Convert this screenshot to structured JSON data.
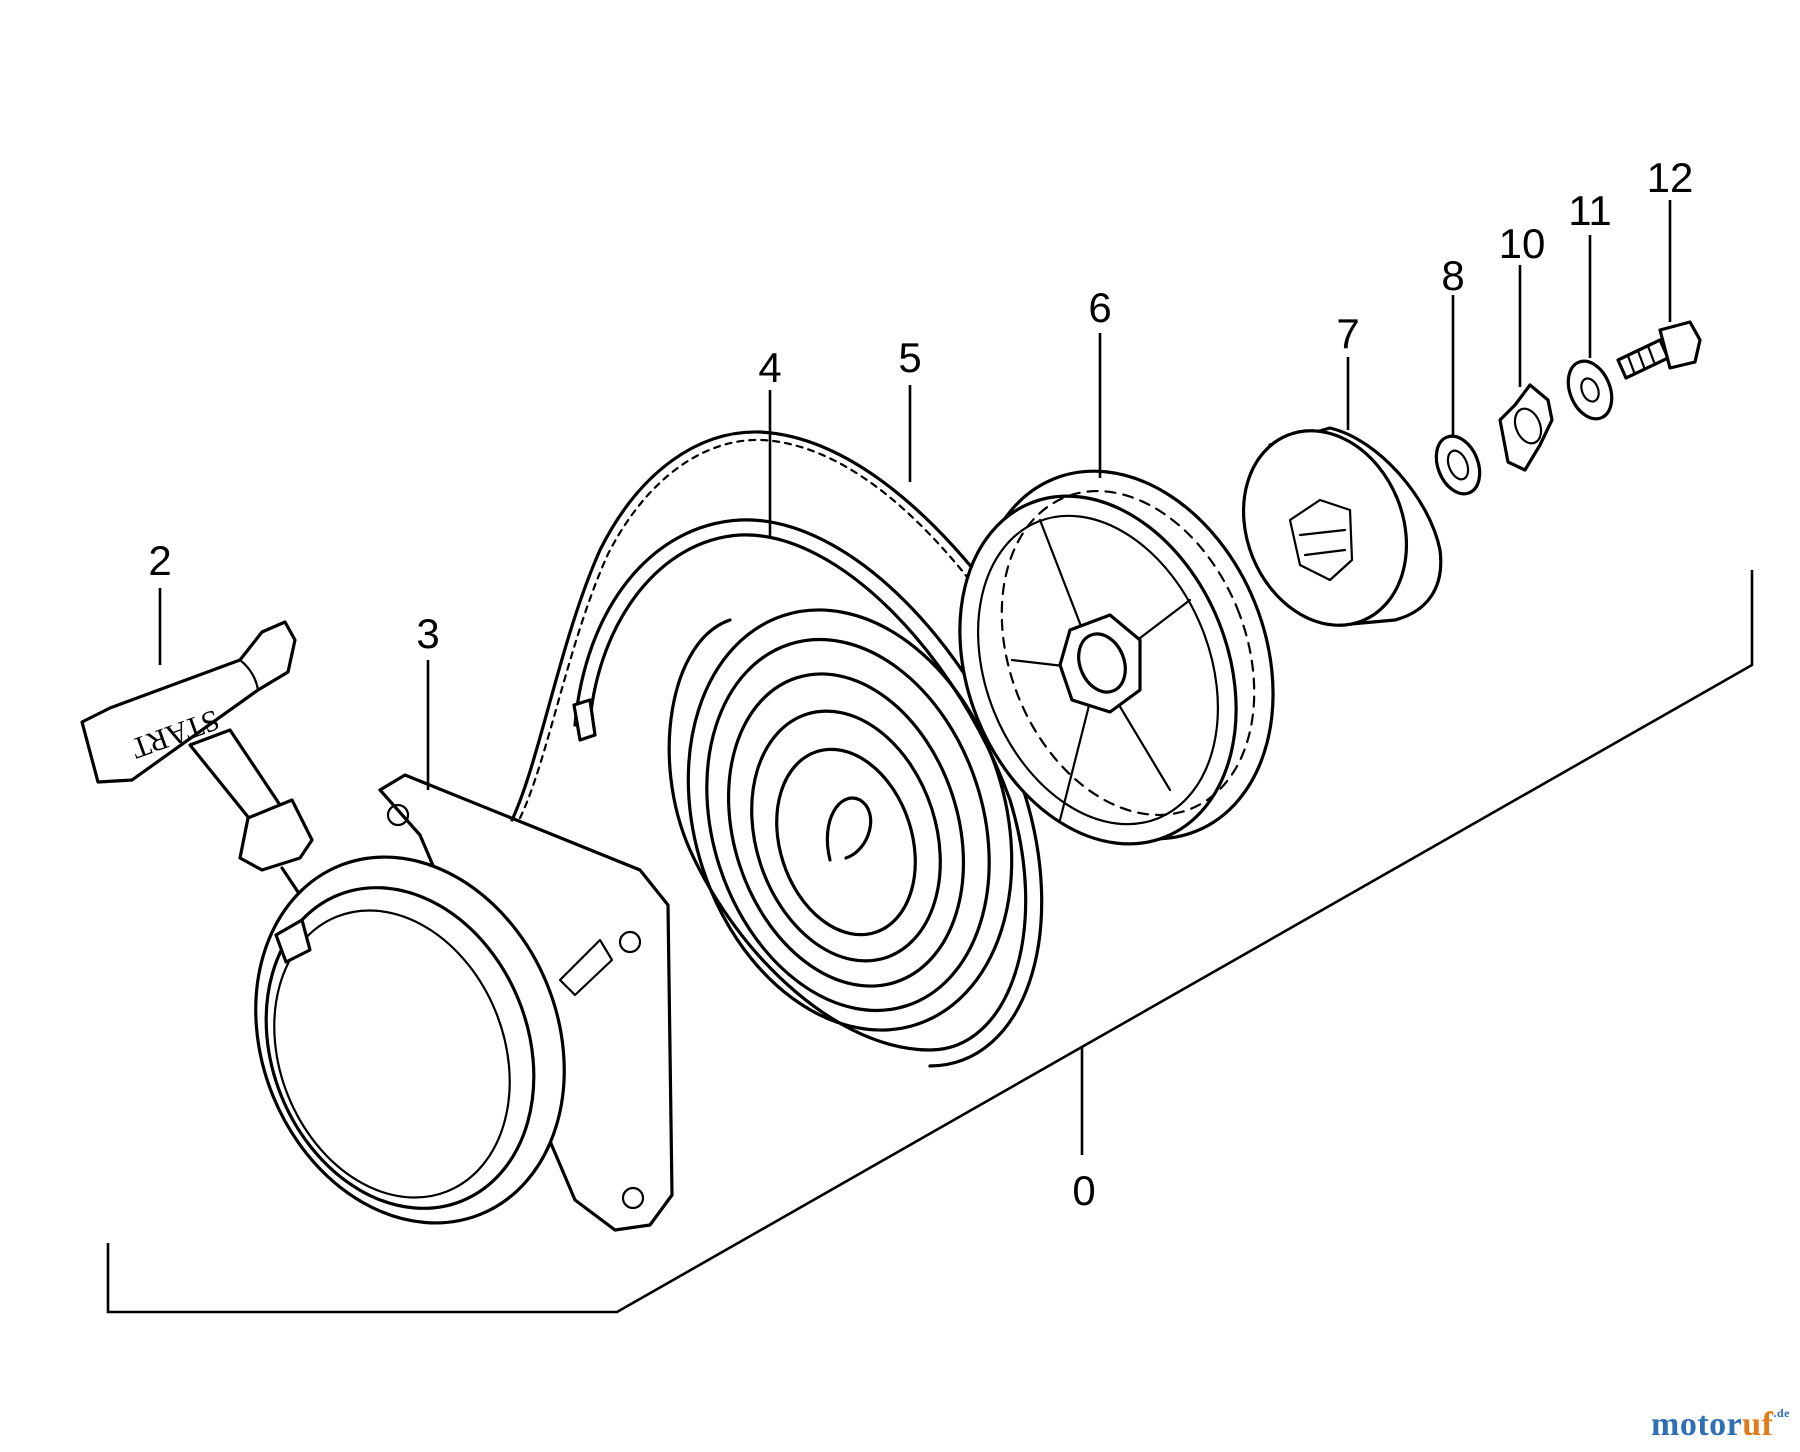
{
  "diagram": {
    "callouts": [
      {
        "id": "0",
        "label": "0"
      },
      {
        "id": "2",
        "label": "2"
      },
      {
        "id": "3",
        "label": "3"
      },
      {
        "id": "4",
        "label": "4"
      },
      {
        "id": "5",
        "label": "5"
      },
      {
        "id": "6",
        "label": "6"
      },
      {
        "id": "7",
        "label": "7"
      },
      {
        "id": "8",
        "label": "8"
      },
      {
        "id": "10",
        "label": "10"
      },
      {
        "id": "11",
        "label": "11"
      },
      {
        "id": "12",
        "label": "12"
      }
    ],
    "handle_text": "START"
  },
  "watermark": {
    "part1": "motor",
    "part2": "uf",
    "suffix": ".de"
  },
  "colors": {
    "line": "#000000",
    "watermark_blue": "#2f6fb3",
    "watermark_orange": "#e07a1a"
  }
}
